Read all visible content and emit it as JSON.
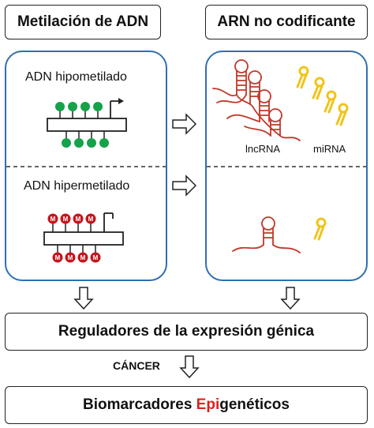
{
  "headers": {
    "left": "Metilación de ADN",
    "right": "ARN no codificante"
  },
  "left_panel": {
    "top_label": "ADN hipometilado",
    "bottom_label": "ADN hipermetilado",
    "methyl_mark": "M"
  },
  "right_panel": {
    "lncrna_label": "lncRNA",
    "mirna_label": "miRNA"
  },
  "regulators_box": {
    "text": "Reguladores de la expresión génica"
  },
  "cancer_label": "CÁNCER",
  "biomarkers_box": {
    "text_before": "Biomarcadores ",
    "text_highlight": "Epi",
    "text_after": "genéticos"
  },
  "colors": {
    "panel_border": "#2f6fb1",
    "unmethylated_dot": "#15a24a",
    "methylated_dot": "#c4161c",
    "rna_stroke": "#c0392b",
    "mirna": "#f0c419",
    "highlight": "#e0201b"
  }
}
